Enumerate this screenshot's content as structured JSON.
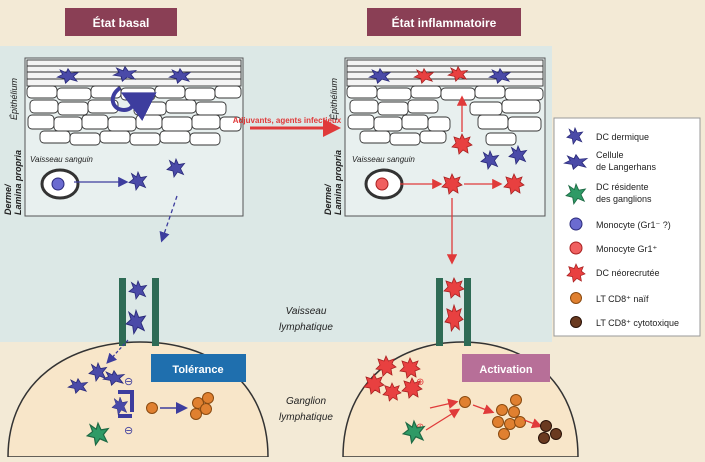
{
  "headers": {
    "basal": "État basal",
    "inflammatory": "État inflammatoire"
  },
  "left_panel": {
    "epithelium": "Épithélium",
    "dermis_line1": "Derme/",
    "dermis_line2": "Lamina propria",
    "blood_vessel": "Vaisseau sanguin"
  },
  "right_panel": {
    "epithelium": "Épithélium",
    "dermis_line1": "Derme/",
    "dermis_line2": "Lamina propria",
    "blood_vessel": "Vaisseau sanguin"
  },
  "arrow_label": "Adjuvants, agents infectieux",
  "lymph_vessel": {
    "line1": "Vaisseau",
    "line2": "lymphatique"
  },
  "lymph_node": {
    "line1": "Ganglion",
    "line2": "lymphatique"
  },
  "outcomes": {
    "tolerance": "Tolérance",
    "activation": "Activation"
  },
  "legend": {
    "items": [
      {
        "icon": "dermal-dc-icon",
        "lines": [
          "DC dermique"
        ]
      },
      {
        "icon": "langerhans-cell-icon",
        "lines": [
          "Cellule",
          "de Langerhans"
        ]
      },
      {
        "icon": "resident-dc-icon",
        "lines": [
          "DC résidente",
          "des ganglions"
        ]
      },
      {
        "icon": "monocyte-blue-icon",
        "lines": [
          "Monocyte (Gr1⁻ ?)"
        ]
      },
      {
        "icon": "monocyte-red-icon",
        "lines": [
          "Monocyte Gr1⁺"
        ]
      },
      {
        "icon": "recruited-dc-icon",
        "lines": [
          "DC néorecrutée"
        ]
      },
      {
        "icon": "naive-cd8-icon",
        "lines": [
          "LT CD8⁺ naïf"
        ]
      },
      {
        "icon": "cytotoxic-cd8-icon",
        "lines": [
          "LT CD8⁺ cytotoxique"
        ]
      }
    ]
  },
  "colors": {
    "header_fill": "#8a3f55",
    "blue_cell": "#4a4aa8",
    "red_cell": "#e84040",
    "green_cell": "#2f9a66",
    "tolerance_fill": "#1f6fae",
    "activation_fill": "#b76f98",
    "panel_bg": "#dce8e6",
    "node_fill": "#f8e6c9"
  },
  "symbols": {
    "minus": "⊖",
    "plus": "⊕"
  }
}
